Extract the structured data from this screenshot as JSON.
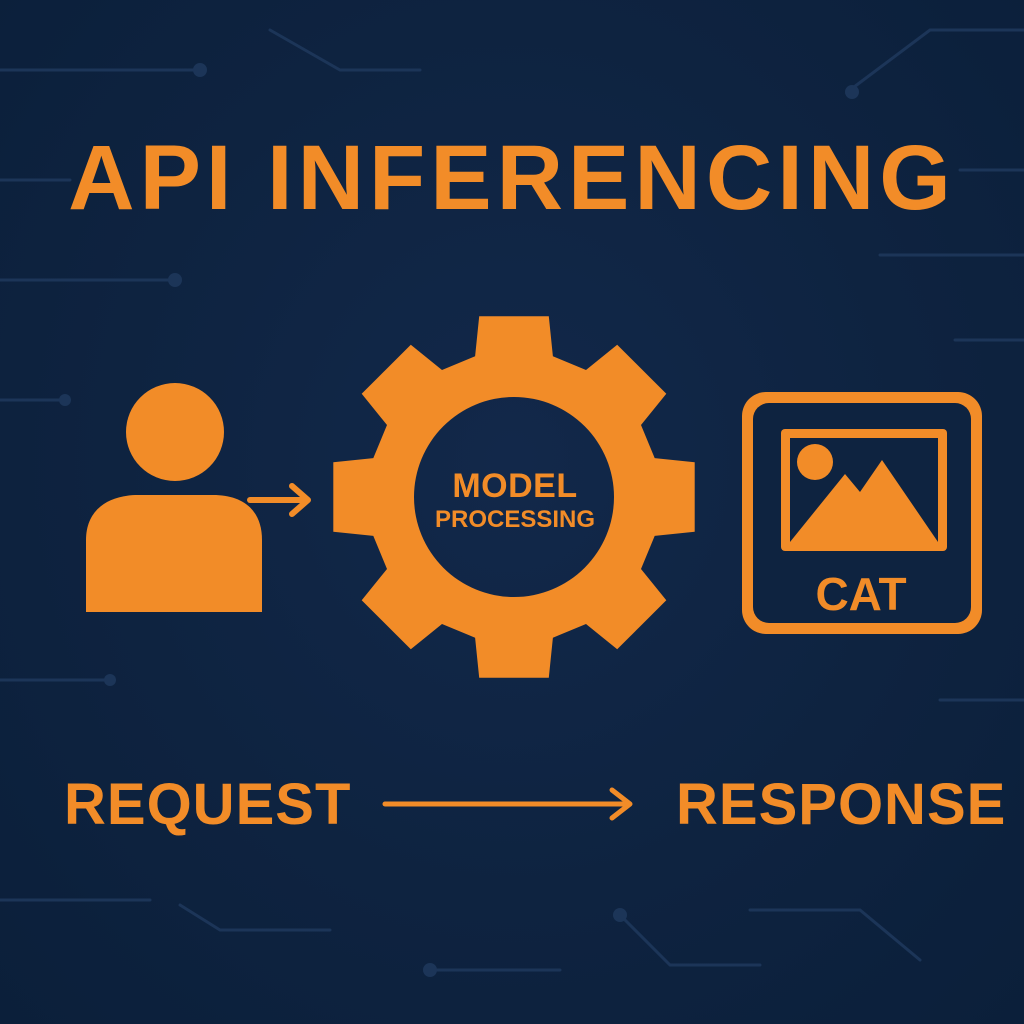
{
  "title": "API INFERENCING",
  "colors": {
    "background": "#0e2340",
    "accent": "#f28c28",
    "circuit": "#1c3558",
    "card_inner": "#0e2340"
  },
  "nodes": {
    "user": {
      "icon": "user-icon"
    },
    "model": {
      "icon": "gear-icon",
      "label_line1": "MODEL",
      "label_line2": "PROCESSING"
    },
    "output": {
      "icon": "image-icon",
      "label": "CAT"
    }
  },
  "flow": {
    "request": "REQUEST",
    "response": "RESPONSE",
    "arrow_icon": "arrow-right-icon"
  }
}
